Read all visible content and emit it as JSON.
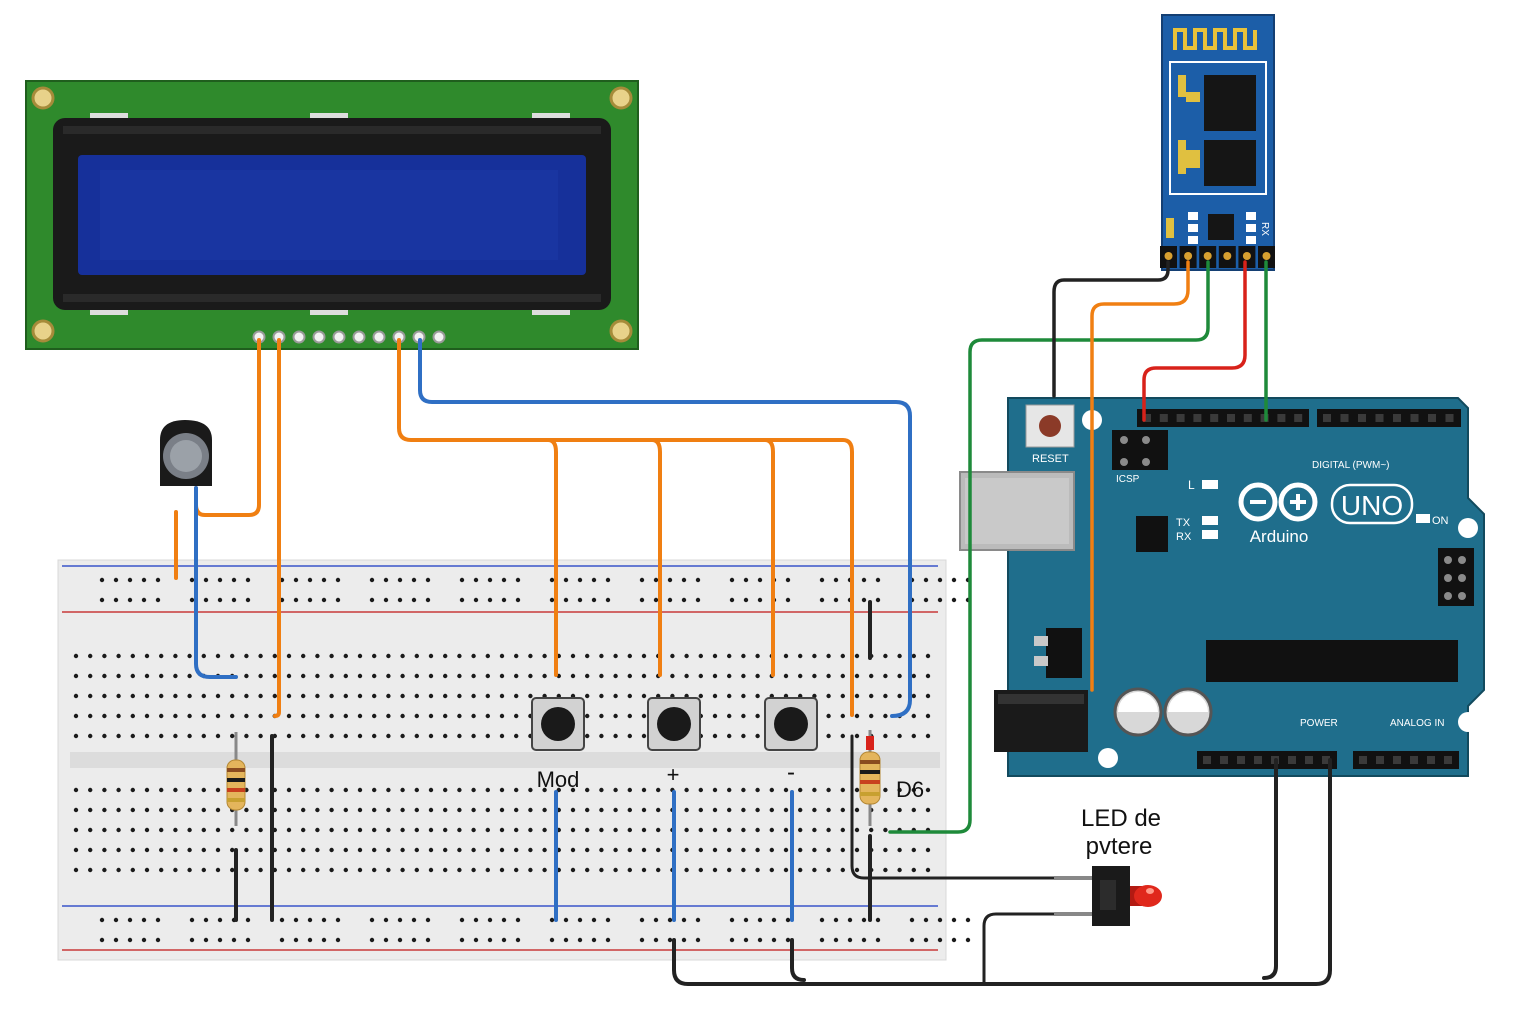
{
  "labels": {
    "button_mode": "Mod",
    "button_plus": "+",
    "button_minus": "-",
    "resistor_pin": "D6",
    "led_line1": "LED de",
    "led_line2": "pvtere"
  },
  "arduino": {
    "brand": "Arduino",
    "model": "UNO",
    "reset_label": "RESET",
    "icsp_label": "ICSP",
    "digital_label": "DIGITAL (PWM~)",
    "power_label": "POWER",
    "analog_label": "ANALOG IN",
    "led_l": "L",
    "led_tx": "TX",
    "led_rx": "RX",
    "on_label": "ON"
  },
  "bluetooth": {
    "pin_label": "RX"
  },
  "colors": {
    "wire_orange": "#f07f12",
    "wire_blue": "#2f6fc4",
    "wire_green": "#1e8a3a",
    "wire_red": "#d8221a",
    "wire_black": "#222222",
    "lcd_pcb": "#2f8a2c",
    "lcd_screen": "#16309a",
    "arduino_board": "#1f6e8c",
    "bt_module": "#1c5ea8"
  }
}
